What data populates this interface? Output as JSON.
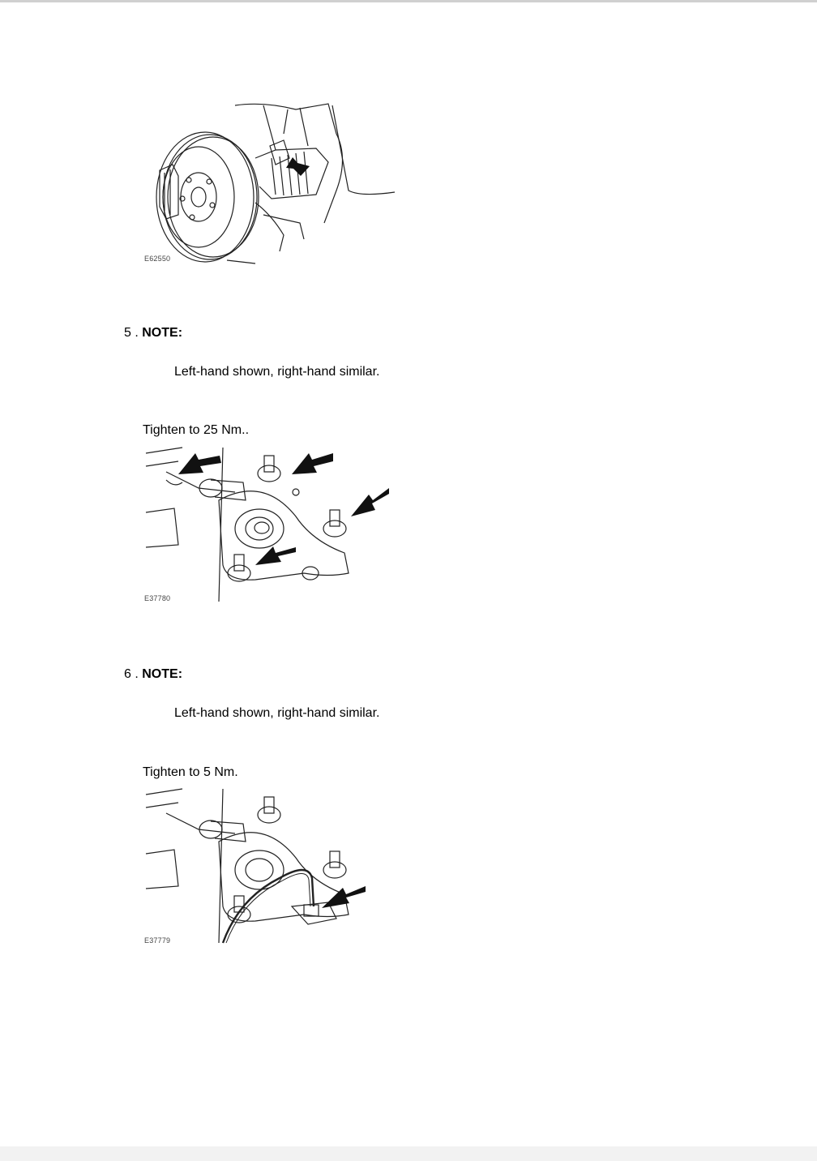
{
  "figures": [
    {
      "code": "E62550"
    },
    {
      "code": "E37780"
    },
    {
      "code": "E37779"
    }
  ],
  "steps": [
    {
      "number": "5 .",
      "note_label": "NOTE:",
      "note_text": "Left-hand shown, right-hand similar.",
      "instruction": "Tighten to 25 Nm.."
    },
    {
      "number": "6 .",
      "note_label": "NOTE:",
      "note_text": "Left-hand shown, right-hand similar.",
      "instruction": "Tighten to 5 Nm."
    }
  ]
}
